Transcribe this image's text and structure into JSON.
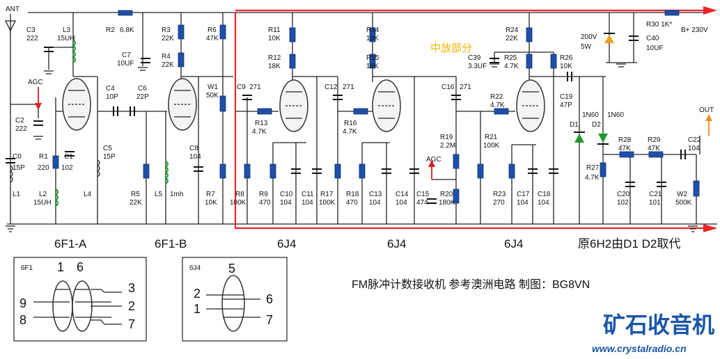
{
  "antenna": {
    "label": "ANT"
  },
  "agc_labels": [
    "AGC",
    "AGC"
  ],
  "section_label": "中放部分",
  "output": {
    "label": "OUT"
  },
  "supply": {
    "label": "B+ 230V"
  },
  "components": {
    "C3": "C3",
    "C3v": "222",
    "L3": "L3",
    "L3v": "15UH",
    "R2": "R2",
    "R2v": "6.8K",
    "R3": "R3",
    "R3v": "22K",
    "R4": "R4",
    "R4v": "22K",
    "C7": "C7",
    "C7v": "10UF",
    "R6": "R6",
    "R6v": "47K",
    "W1": "W1",
    "W1v": "50K",
    "C2": "C2",
    "C2v": "222",
    "C4": "C4",
    "C4v": "10P",
    "C6": "C6",
    "C6v": "22P",
    "C0": "C0",
    "C0v": "15P",
    "R1": "R1",
    "R1v": "220",
    "C1": "C1",
    "C1v": "102",
    "L1": "L1",
    "L2": "L2",
    "L2v": "15UH",
    "L4": "L4",
    "C5": "C5",
    "C5v": "15P",
    "R5": "R5",
    "R5v": "22K",
    "L5": "L5",
    "L5v": "1mh",
    "C8": "C8",
    "C8v": "104",
    "R7": "R7",
    "R7v": "10K",
    "R11": "R11",
    "R11v": "10K",
    "R12": "R12",
    "R12v": "18K",
    "C9": "C9",
    "C9v": "271",
    "R13": "R13",
    "R13v": "4.7K",
    "R8": "R8",
    "R8v": "100K",
    "R9": "R9",
    "R9v": "470",
    "C10": "C10",
    "C10v": "104",
    "C11": "C11",
    "C11v": "104",
    "R14": "R14",
    "R14v": "10K",
    "R15": "R15",
    "R15v": "18K",
    "C12": "C12",
    "C12v": "271",
    "R16": "R16",
    "R16v": "4.7K",
    "R17": "R17",
    "R17v": "100K",
    "R18": "R18",
    "R18v": "470",
    "C13": "C13",
    "C13v": "104",
    "C14": "C14",
    "C14v": "104",
    "C39": "C39",
    "C39v": "3.3UF",
    "R25": "R25",
    "R25v": "4.7K",
    "R24": "R24",
    "R24v": "22K",
    "C16": "C16",
    "C16v": "271",
    "R19": "R19",
    "R19v": "2.2M",
    "C15": "C15",
    "C15v": "474",
    "R20": "R20",
    "R20v": "180K",
    "R22": "R22",
    "R22v": "4.7K",
    "R21": "R21",
    "R21v": "100K",
    "R23": "R23",
    "R23v": "270",
    "C17": "C17",
    "C17v": "104",
    "C18": "C18",
    "C18v": "104",
    "R26": "R26",
    "R26v": "10K",
    "C19": "C19",
    "C19v": "47P",
    "D1": "D1",
    "D1v": "1N60",
    "D2": "D2",
    "D2v": "1N60",
    "Z": "200V",
    "Zv": "5W",
    "R30": "R30 1K*",
    "C40": "C40",
    "C40v": "10UF",
    "R28": "R28",
    "R28v": "47K",
    "R29": "R29",
    "R29v": "47K",
    "R27": "R27",
    "R27v": "4.7K",
    "C20": "C20",
    "C20v": "102",
    "C21": "C21",
    "C21v": "101",
    "C22": "C22",
    "C22v": "104",
    "W2": "W2",
    "W2v": "500K"
  },
  "tube_names": [
    "6F1-A",
    "6F1-B",
    "6J4",
    "6J4",
    "6J4",
    "原6H2由D1 D2取代"
  ],
  "legend_6f1": {
    "title": "6F1",
    "pins": [
      "1",
      "6",
      "3",
      "2",
      "7",
      "9",
      "8"
    ]
  },
  "legend_6j4": {
    "title": "6J4",
    "pins": [
      "5",
      "2",
      "1",
      "6",
      "7"
    ]
  },
  "caption": "FM脉冲计数接收机   参考澳洲电路   制图：BG8VN",
  "watermark": {
    "cn": "矿石收音机",
    "url": "www.crystalradio.cn"
  },
  "colors": {
    "highlight": "#e8262a",
    "resistor": "#1f4fa8",
    "coil": "#1a9a2a",
    "section": "#f0b400",
    "agc": "#d81e1e",
    "out_arrow": "#ef8a1c",
    "zener": "#e8a317",
    "watermark": "#1a56a8"
  }
}
